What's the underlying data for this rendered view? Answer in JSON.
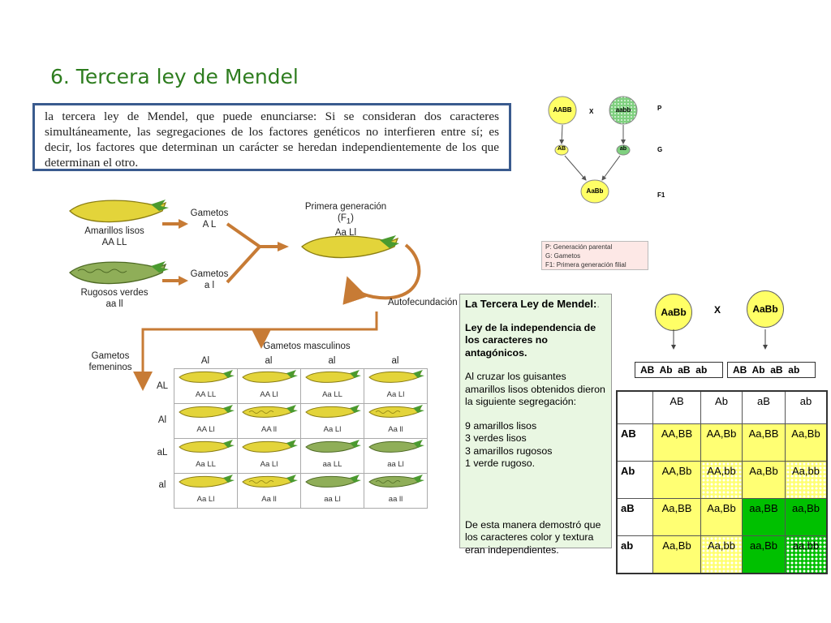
{
  "title": "6. Tercera ley de Mendel",
  "definition": "la tercera ley de Mendel, que puede enunciarse: Si se consideran dos caracteres simultáneamente, las segregaciones de los factores genéticos no interfieren entre sí; es decir, los factores que determinan un carácter se heredan independientemente de los que determinan el otro.",
  "cross_diagram": {
    "parent1_label": "Amarillos lisos",
    "parent1_genotype": "AA LL",
    "parent2_label": "Rugosos verdes",
    "parent2_genotype": "aa ll",
    "gametes1_label": "Gametos",
    "gametes1_value": "A L",
    "gametes2_label": "Gametos",
    "gametes2_value": "a l",
    "f1_label": "Primera generación (F",
    "f1_sub": "1",
    "f1_close": ")",
    "f1_genotype": "Aa Ll",
    "selfing": "Autofecundación",
    "male_gametes": "Gametos masculinos",
    "female_gametes_1": "Gametos",
    "female_gametes_2": "femeninos",
    "col_headers": [
      "Al",
      "al",
      "al",
      "al"
    ],
    "row_headers": [
      "AL",
      "Al",
      "aL",
      "al"
    ],
    "cells": [
      [
        "AA LL",
        "AA Ll",
        "Aa LL",
        "Aa Ll"
      ],
      [
        "AA Ll",
        "AA ll",
        "Aa Ll",
        "Aa ll"
      ],
      [
        "Aa LL",
        "Aa Ll",
        "aa LL",
        "aa Ll"
      ],
      [
        "Aa Ll",
        "Aa ll",
        "aa Ll",
        "aa ll"
      ]
    ],
    "cell_colors": [
      [
        "yellow",
        "yellow",
        "yellow",
        "yellow"
      ],
      [
        "yellow",
        "yellow-wrinkled",
        "yellow",
        "yellow-wrinkled"
      ],
      [
        "yellow",
        "yellow",
        "green",
        "green"
      ],
      [
        "yellow",
        "yellow-wrinkled",
        "green",
        "green-wrinkled"
      ]
    ]
  },
  "scheme": {
    "p1": "AABB",
    "x": "X",
    "p2": "aabb",
    "g1": "AB",
    "g2": "ab",
    "f1": "AaBb",
    "row_p": "P",
    "row_g": "G",
    "row_f1": "F1",
    "legend": [
      "P: Generación parental",
      "G: Gametos",
      "F1: Primera generación filial"
    ]
  },
  "law_box": {
    "heading": "La Tercera Ley de Mendel:",
    "heading_tail": ".",
    "subheading": "Ley de la independencia de los caracteres no antagónicos.",
    "para1": "Al cruzar los guisantes amarillos lisos obtenidos dieron la siguiente segregación:",
    "results": [
      "9 amarillos lisos",
      "3 verdes lisos",
      "3 amarillos rugosos",
      "1 verde rugoso."
    ],
    "conclusion": "De esta manera demostró que los caracteres color y textura eran independientes."
  },
  "punnett": {
    "parent_left": "AaBb",
    "cross": "X",
    "parent_right": "AaBb",
    "gametes_left": [
      "AB",
      "Ab",
      "aB",
      "ab"
    ],
    "gametes_right": [
      "AB",
      "Ab",
      "aB",
      "ab"
    ],
    "col_headers": [
      "AB",
      "Ab",
      "aB",
      "ab"
    ],
    "row_headers": [
      "AB",
      "Ab",
      "aB",
      "ab"
    ],
    "cells": [
      [
        "AA,BB",
        "AA,Bb",
        "Aa,BB",
        "Aa,Bb"
      ],
      [
        "AA,Bb",
        "AA,bb",
        "Aa,Bb",
        "Aa,bb"
      ],
      [
        "Aa,BB",
        "Aa,Bb",
        "aa,BB",
        "aa,Bb"
      ],
      [
        "Aa,Bb",
        "Aa,bb",
        "aa,Bb",
        "aa,bb"
      ]
    ],
    "cell_fill": [
      [
        "y",
        "y",
        "y",
        "y"
      ],
      [
        "y",
        "yd",
        "y",
        "yd"
      ],
      [
        "y",
        "y",
        "g",
        "g"
      ],
      [
        "y",
        "yd",
        "g",
        "gd"
      ]
    ]
  }
}
